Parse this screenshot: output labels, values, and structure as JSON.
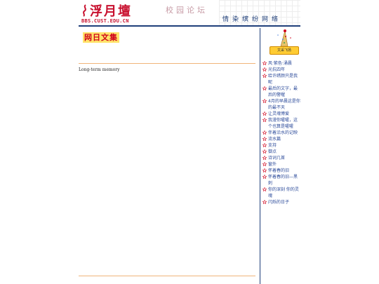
{
  "header": {
    "logo_text": "浮月壇",
    "logo_domain": "BBS.CUST.EDU.CN",
    "campus_forum": "校园论坛",
    "slogan": "情染缤纷网络"
  },
  "main": {
    "column_title": "网日文集",
    "article_title": "Long-term memory"
  },
  "sidebar": {
    "badge_label": "文采飞扬",
    "items": [
      {
        "label": "风·紫色·涌晨"
      },
      {
        "label": "光抗四年"
      },
      {
        "label": "给许绣颜只是我昵"
      },
      {
        "label": "最后的文字，最后的警喔"
      },
      {
        "label": "4月的早晨这是你的最不天"
      },
      {
        "label": "让灵魂博爱"
      },
      {
        "label": "我漫你嚯嚯，这个也算是嚯嚯"
      },
      {
        "label": "伴着沿水的记映"
      },
      {
        "label": "流水篇"
      },
      {
        "label": "支持"
      },
      {
        "label": "御点"
      },
      {
        "label": "诗词几首"
      },
      {
        "label": "窗外"
      },
      {
        "label": "怀着春的旧"
      },
      {
        "label": "怀着春的旧—黑刺"
      },
      {
        "label": "你的深刻 你的灵魂"
      },
      {
        "label": "闪烁的日子"
      }
    ]
  },
  "colors": {
    "brand_red": "#c8102e",
    "navy": "#1f3f7a",
    "rule_orange": "#f0b47a",
    "link_blue": "#2b4a9a",
    "title_bg": "#ffe36a"
  }
}
